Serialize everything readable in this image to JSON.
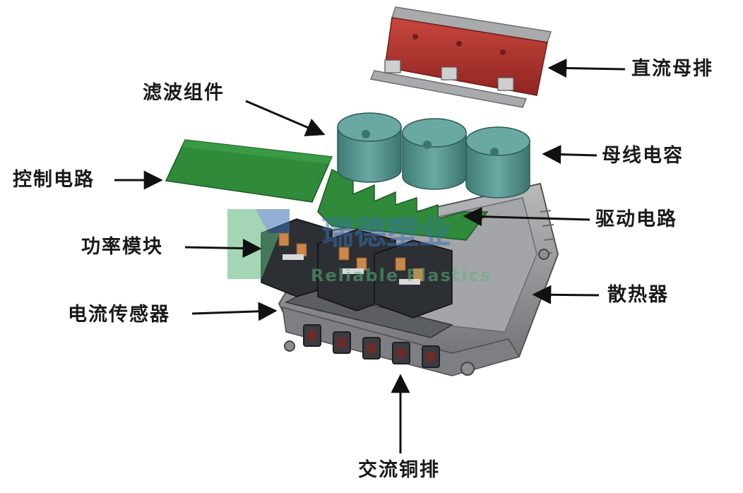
{
  "labels": {
    "dc_busbar": "直流母排",
    "filter_assembly": "滤波组件",
    "bus_capacitor": "母线电容",
    "control_circuit": "控制电路",
    "drive_circuit": "驱动电路",
    "power_module": "功率模块",
    "heatsink": "散热器",
    "current_sensor": "电流传感器",
    "ac_busbar": "交流铜排"
  },
  "watermark": {
    "cn": "瑞德塑业",
    "en": "Reliable Plastics"
  },
  "colors": {
    "busbar_red": "#b8332c",
    "busbar_silver": "#a9aaac",
    "capacitor_teal": "#4f8f8a",
    "pcb_green": "#2f8a3a",
    "housing_gray": "#8e9092",
    "housing_dark": "#4a4c4f",
    "module_dark": "#2c2f33",
    "module_orange": "#c9884a",
    "watermark_green": "#5ab57a",
    "watermark_blue": "#3b6fb0"
  }
}
